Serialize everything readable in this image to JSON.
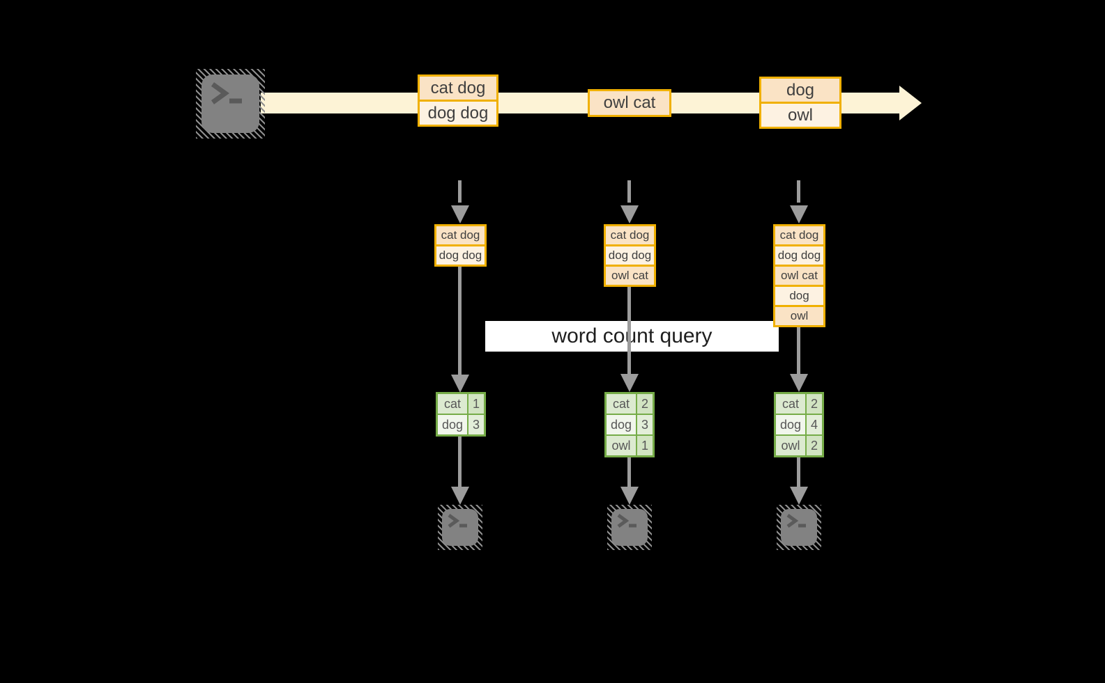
{
  "palette": {
    "background": "#000000",
    "stream_fill": "#fdf3d6",
    "box_border": "#f0b000",
    "box_fill_dark": "#fae3c5",
    "box_fill_light": "#fdf2e2",
    "table_border": "#76ac48",
    "table_fill_green": "#dcead0",
    "table_fill_light": "#f1f6ec",
    "arrow_gray": "#9c9c9c",
    "icon_gray": "#828282",
    "text_dark": "#3f3f3f"
  },
  "source": {
    "icon": "terminal-icon"
  },
  "stream": {
    "batches": [
      {
        "items": [
          "cat dog",
          "dog dog"
        ]
      },
      {
        "items": [
          "owl cat"
        ]
      },
      {
        "items": [
          "dog",
          "owl"
        ]
      }
    ]
  },
  "query": {
    "label": "word count query"
  },
  "columns": [
    {
      "buffer": [
        "cat dog",
        "dog dog"
      ],
      "counts": [
        [
          "cat",
          "1"
        ],
        [
          "dog",
          "3"
        ]
      ],
      "sink_icon": "terminal-icon"
    },
    {
      "buffer": [
        "cat dog",
        "dog dog",
        "owl cat"
      ],
      "counts": [
        [
          "cat",
          "2"
        ],
        [
          "dog",
          "3"
        ],
        [
          "owl",
          "1"
        ]
      ],
      "sink_icon": "terminal-icon"
    },
    {
      "buffer": [
        "cat dog",
        "dog dog",
        "owl cat",
        "dog",
        "owl"
      ],
      "counts": [
        [
          "cat",
          "2"
        ],
        [
          "dog",
          "4"
        ],
        [
          "owl",
          "2"
        ]
      ],
      "sink_icon": "terminal-icon"
    }
  ]
}
